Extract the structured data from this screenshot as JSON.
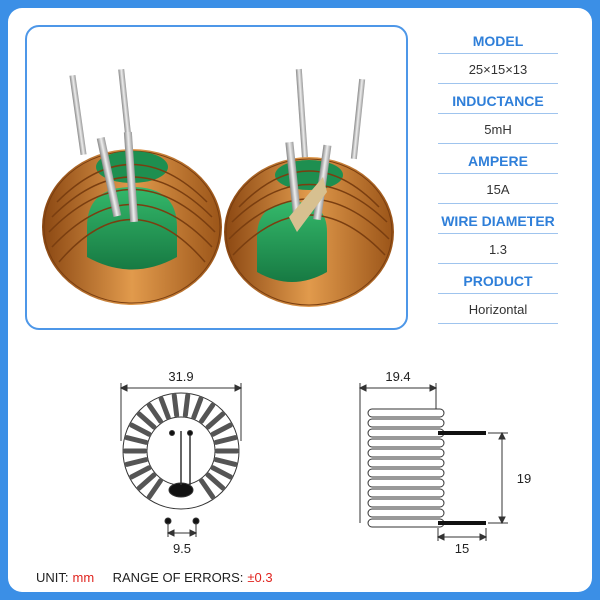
{
  "specs": [
    {
      "title": "MODEL",
      "value": "25×15×13"
    },
    {
      "title": "INDUCTANCE",
      "value": "5mH"
    },
    {
      "title": "AMPERE",
      "value": "15A"
    },
    {
      "title": "WIRE DIAMETER",
      "value": "1.3"
    },
    {
      "title": "PRODUCT",
      "value": "Horizontal"
    }
  ],
  "drawing_front": {
    "width_label": "31.9",
    "pin_spacing_label": "9.5"
  },
  "drawing_side": {
    "width_label": "19.4",
    "height_label": "19",
    "pin_length_label": "15"
  },
  "footer": {
    "unit_label": "UNIT:",
    "unit_value": "mm",
    "errors_label": "RANGE OF ERRORS:",
    "errors_value": "±0.3"
  },
  "colors": {
    "accent": "#2f7fd9",
    "copper": "#c8782a",
    "core": "#23a05a",
    "error_red": "#e0241f"
  }
}
